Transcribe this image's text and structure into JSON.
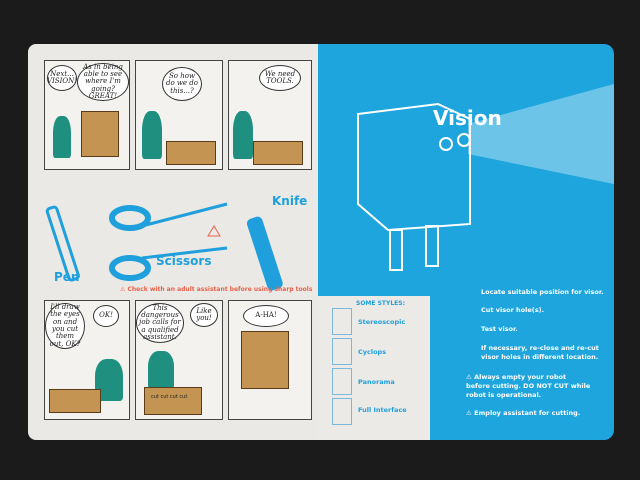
{
  "comics_top": [
    {
      "bubbles": [
        "Next... VISION!",
        "As in being able to see where I'm going? GREAT!"
      ]
    },
    {
      "bubbles": [
        "So how do we do this...?"
      ]
    },
    {
      "bubbles": [
        "We need TOOLS."
      ]
    }
  ],
  "tools": {
    "pen": "Pen",
    "scissors": "Scissors",
    "knife": "Knife",
    "warning": "Check with an adult assistant before using sharp tools"
  },
  "comics_bottom": [
    {
      "bubbles": [
        "I'll draw the eyes on and you cut them out, OK?",
        "OK!"
      ]
    },
    {
      "bubbles": [
        "This dangerous job calls for a qualified assistant.",
        "Like you!"
      ],
      "box_text": "cut cut cut cut"
    },
    {
      "bubbles": [
        "A-HA!"
      ]
    }
  ],
  "right": {
    "title": "Vision",
    "styles_heading": "SOME STYLES:",
    "styles": [
      "Stereoscopic",
      "Cyclops",
      "Panorama",
      "Full Interface"
    ],
    "instructions": [
      "Locate suitable position for visor.",
      "Cut visor hole(s).",
      "Test visor.",
      "If necessary, re-close and re-cut visor holes in different location."
    ],
    "warnings": [
      "Always empty your robot before cutting. DO NOT CUT while robot is operational.",
      "Employ assistant for cutting."
    ]
  },
  "colors": {
    "blue": "#1ea5de",
    "page": "#ebe9e5",
    "cardboard": "#c49552",
    "warning": "#e9604a"
  }
}
